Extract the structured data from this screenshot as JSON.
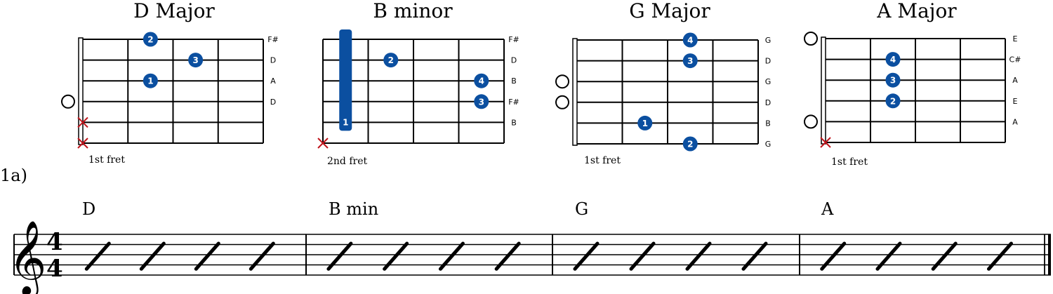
{
  "diagrams": [
    {
      "title": "D Major",
      "fret_label": "1st fret",
      "barre": null,
      "fingers": [
        {
          "string": 1,
          "fret": 2,
          "label": "2"
        },
        {
          "string": 2,
          "fret": 3,
          "label": "3"
        },
        {
          "string": 3,
          "fret": 2,
          "label": "1"
        }
      ],
      "open": [
        4
      ],
      "muted": [
        5,
        6
      ],
      "note_names": [
        "F#",
        "D",
        "A",
        "D",
        "",
        ""
      ]
    },
    {
      "title": "B minor",
      "fret_label": "2nd fret",
      "barre": {
        "fret": 1,
        "from_string": 1,
        "to_string": 5,
        "label": "1"
      },
      "fingers": [
        {
          "string": 2,
          "fret": 2,
          "label": "2"
        },
        {
          "string": 3,
          "fret": 4,
          "label": "4"
        },
        {
          "string": 4,
          "fret": 4,
          "label": "3"
        }
      ],
      "open": [],
      "muted": [
        6
      ],
      "note_names": [
        "F#",
        "D",
        "B",
        "F#",
        "B",
        ""
      ]
    },
    {
      "title": "G Major",
      "fret_label": "1st fret",
      "barre": null,
      "fingers": [
        {
          "string": 1,
          "fret": 3,
          "label": "4"
        },
        {
          "string": 2,
          "fret": 3,
          "label": "3"
        },
        {
          "string": 5,
          "fret": 2,
          "label": "1"
        },
        {
          "string": 6,
          "fret": 3,
          "label": "2"
        }
      ],
      "open": [
        3,
        4
      ],
      "muted": [],
      "note_names": [
        "G",
        "D",
        "G",
        "D",
        "B",
        "G"
      ]
    },
    {
      "title": "A Major",
      "fret_label": "1st fret",
      "barre": null,
      "fingers": [
        {
          "string": 2,
          "fret": 2,
          "label": "4"
        },
        {
          "string": 3,
          "fret": 2,
          "label": "3"
        },
        {
          "string": 4,
          "fret": 2,
          "label": "2"
        }
      ],
      "open": [
        1,
        5
      ],
      "muted": [
        6
      ],
      "note_names": [
        "E",
        "C#",
        "A",
        "E",
        "A",
        ""
      ]
    }
  ],
  "exercise_label": "1a)",
  "staff": {
    "time_signature": {
      "top": "4",
      "bottom": "4"
    },
    "clef": "treble-clef-icon",
    "measures": [
      {
        "chord": "D",
        "beats": 4
      },
      {
        "chord": "B min",
        "beats": 4
      },
      {
        "chord": "G",
        "beats": 4
      },
      {
        "chord": "A",
        "beats": 4
      }
    ]
  },
  "colors": {
    "finger_dot": "#0b4fa0",
    "mute_x": "#c0161c",
    "ink": "#000000"
  }
}
